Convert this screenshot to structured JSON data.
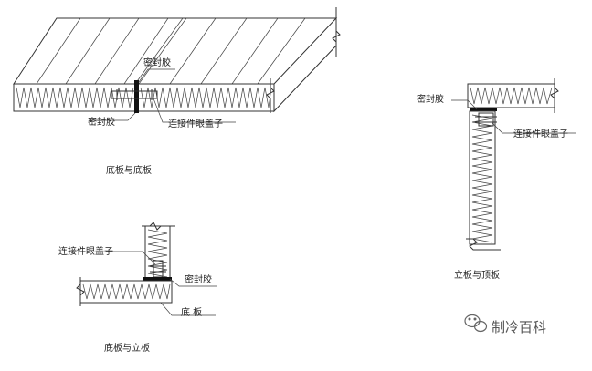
{
  "labels": {
    "sealant": "密封胶",
    "connector_cap": "连接件眼盖子",
    "floor_plate": "底  板"
  },
  "captions": {
    "floor_to_floor": "底板与底板",
    "wall_to_ceiling": "立板与顶板",
    "floor_to_wall": "底板与立板"
  },
  "watermark": {
    "text": "制冷百科",
    "color": "#555555"
  },
  "colors": {
    "line": "#333333",
    "sealant": "#111111"
  }
}
